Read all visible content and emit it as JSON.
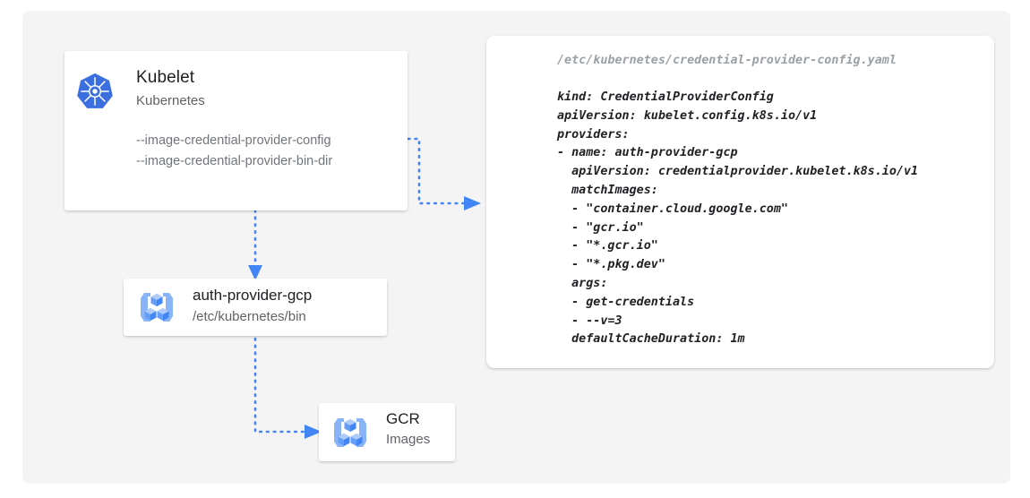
{
  "canvas": {
    "background": "#f4f4f4",
    "page_background": "#ffffff"
  },
  "colors": {
    "accent_blue": "#4285f4",
    "icon_light_blue": "#8ab4f8",
    "title_text": "#202124",
    "muted_text": "#5f6368",
    "flag_text": "#70757a",
    "yaml_path_text": "#9aa0a6",
    "yaml_body_text": "#202124",
    "card_background": "#ffffff"
  },
  "kubelet_card": {
    "icon": "kubernetes-logo-icon",
    "title": "Kubelet",
    "subtitle": "Kubernetes",
    "flags": [
      "--image-credential-provider-config",
      "--image-credential-provider-bin-dir"
    ]
  },
  "auth_provider_card": {
    "icon": "gcp-container-registry-icon",
    "title": "auth-provider-gcp",
    "subtitle": "/etc/kubernetes/bin"
  },
  "gcr_card": {
    "icon": "gcp-container-registry-icon",
    "title": "GCR",
    "subtitle": "Images"
  },
  "yaml_panel": {
    "file_path": "/etc/kubernetes/credential-provider-config.yaml",
    "content": "kind: CredentialProviderConfig\napiVersion: kubelet.config.k8s.io/v1\nproviders:\n- name: auth-provider-gcp\n  apiVersion: credentialprovider.kubelet.k8s.io/v1\n  matchImages:\n  - \"container.cloud.google.com\"\n  - \"gcr.io\"\n  - \"*.gcr.io\"\n  - \"*.pkg.dev\"\n  args:\n  - get-credentials\n  - --v=3\n  defaultCacheDuration: 1m"
  },
  "connectors": [
    {
      "name": "kubelet-to-yaml",
      "style": "dotted",
      "arrow": "right"
    },
    {
      "name": "kubelet-to-auth-provider",
      "style": "dotted",
      "arrow": "down"
    },
    {
      "name": "auth-provider-to-gcr",
      "style": "dotted",
      "arrow": "right"
    }
  ]
}
